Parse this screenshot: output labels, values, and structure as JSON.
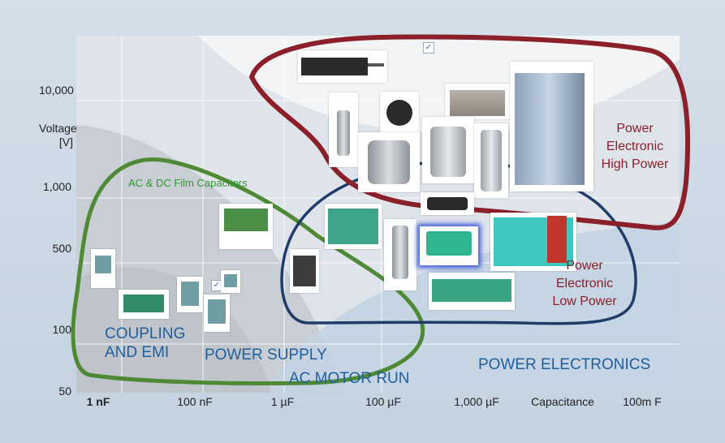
{
  "axes": {
    "y_title": "Voltage [V]",
    "y_ticks": [
      "10,000",
      "1,000",
      "500",
      "100",
      "50"
    ],
    "x_title": "Capacitance",
    "x_ticks": [
      "1 nF",
      "100 nF",
      "1 µF",
      "100 µF",
      "1,000 µF",
      "100m F"
    ]
  },
  "regions": {
    "coupling": "COUPLING AND EMI",
    "power_supply": "POWER SUPPLY",
    "ac_motor": "AC MOTOR RUN",
    "power_electronics": "POWER ELECTRONICS"
  },
  "groups": {
    "film": "AC & DC Film Capacitors",
    "high_power": "Power Electronic High Power",
    "low_power": "Power Electronic Low Power"
  },
  "colors": {
    "green_loop": "#4e8a36",
    "navy_loop": "#1f3c6a",
    "red_loop": "#8b1f2a",
    "region_text": "#1f5fa0"
  }
}
